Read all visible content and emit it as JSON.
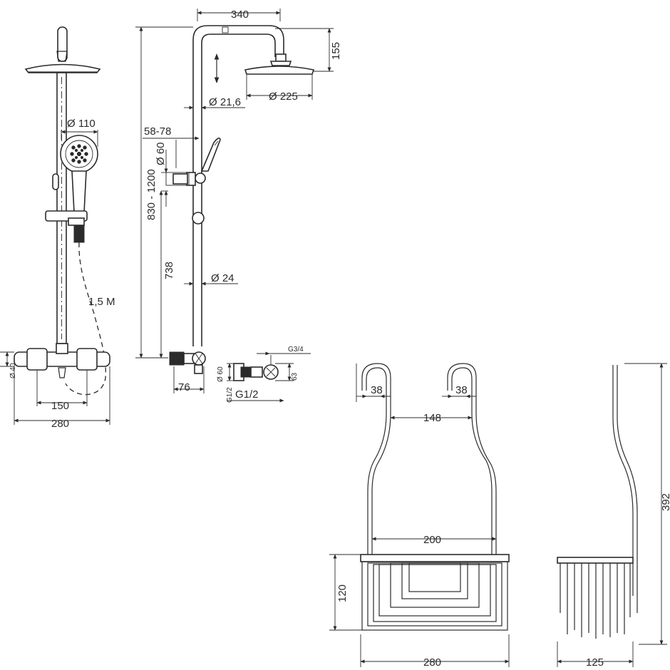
{
  "shower": {
    "hose_length": "1,5 M",
    "overhead_width": "340",
    "overhead_drop": "155",
    "head_diameter": "Ø 225",
    "pipe_upper_diameter": "Ø 21,6",
    "hand_shower_diameter": "Ø 110",
    "bracket_range": "58-78",
    "wall_plate_diameter": "Ø 60",
    "total_height": "830 - 1200",
    "bracket_height": "738",
    "pipe_lower_diameter": "Ø 24",
    "mixer_projection": "76",
    "inlet_thread_top": "G3/4",
    "inlet_diameter": "Ø 60",
    "inlet_height": "63",
    "inlet_thread_bottom": "G1/2",
    "inlet_thread_side": "G1/2",
    "mixer_centres": "150",
    "mixer_width": "280",
    "mixer_diameter": "Ø 40"
  },
  "basket": {
    "hook_left": "38",
    "hook_right": "38",
    "hook_spacing": "148",
    "inner_width": "200",
    "basket_height": "120",
    "total_height": "392",
    "width": "280",
    "depth": "125"
  }
}
